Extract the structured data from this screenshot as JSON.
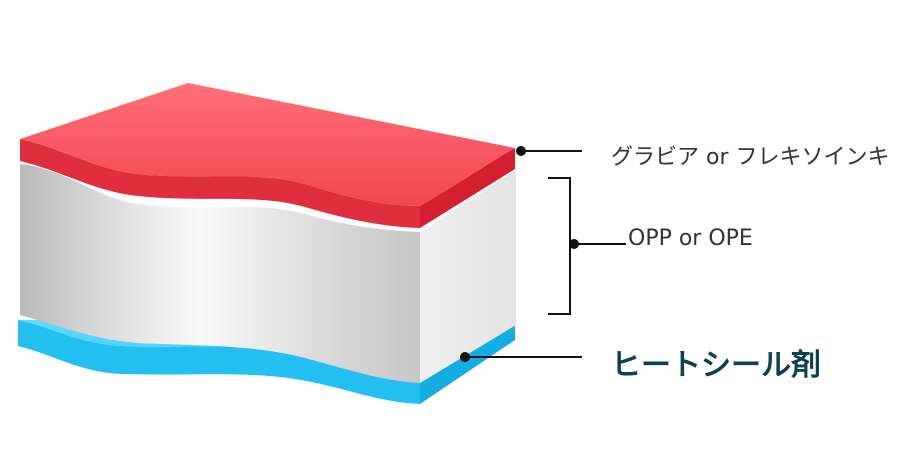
{
  "layers": {
    "ink": {
      "label": "グラビア or フレキソインキ",
      "color": "#ef3d4a"
    },
    "film": {
      "label": "OPP or OPE",
      "color": "#eeeeee"
    },
    "sealant": {
      "label": "ヒートシール剤",
      "color": "#35c6ef"
    }
  },
  "label_colors": {
    "normal": "#333333",
    "emphasis": "#0f3f52"
  }
}
